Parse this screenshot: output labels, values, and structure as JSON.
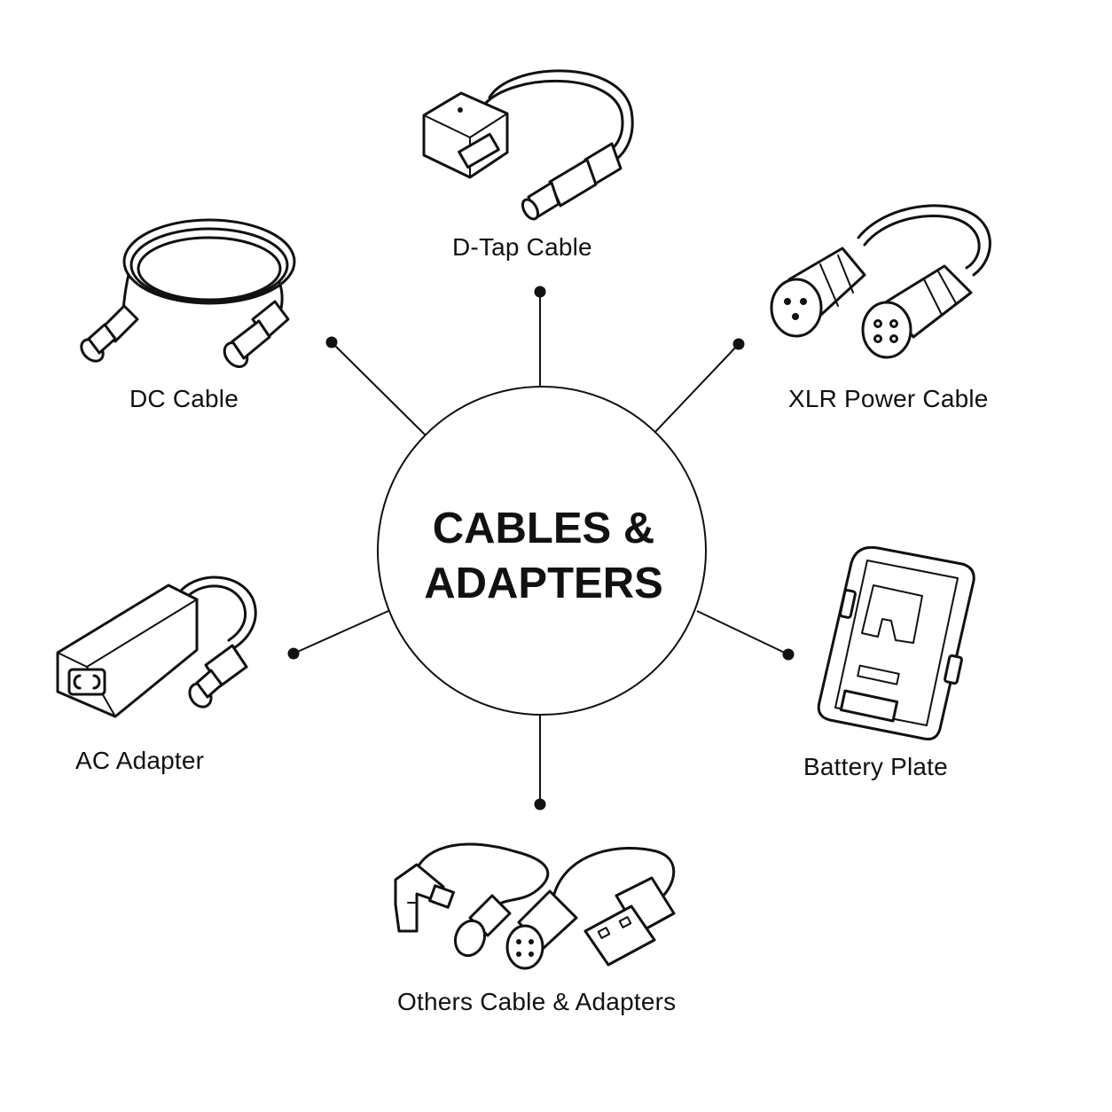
{
  "diagram": {
    "center": {
      "title_line1": "CABLES &",
      "title_line2": "ADAPTERS"
    },
    "items": [
      {
        "label": "D-Tap Cable",
        "icon": "d-tap-cable-icon"
      },
      {
        "label": "XLR Power Cable",
        "icon": "xlr-power-cable-icon"
      },
      {
        "label": "Battery Plate",
        "icon": "battery-plate-icon"
      },
      {
        "label": "Others Cable & Adapters",
        "icon": "others-cables-adapters-icon"
      },
      {
        "label": "AC Adapter",
        "icon": "ac-adapter-icon"
      },
      {
        "label": "DC Cable",
        "icon": "dc-cable-icon"
      }
    ]
  },
  "colors": {
    "ink": "#111111",
    "background": "#ffffff"
  }
}
